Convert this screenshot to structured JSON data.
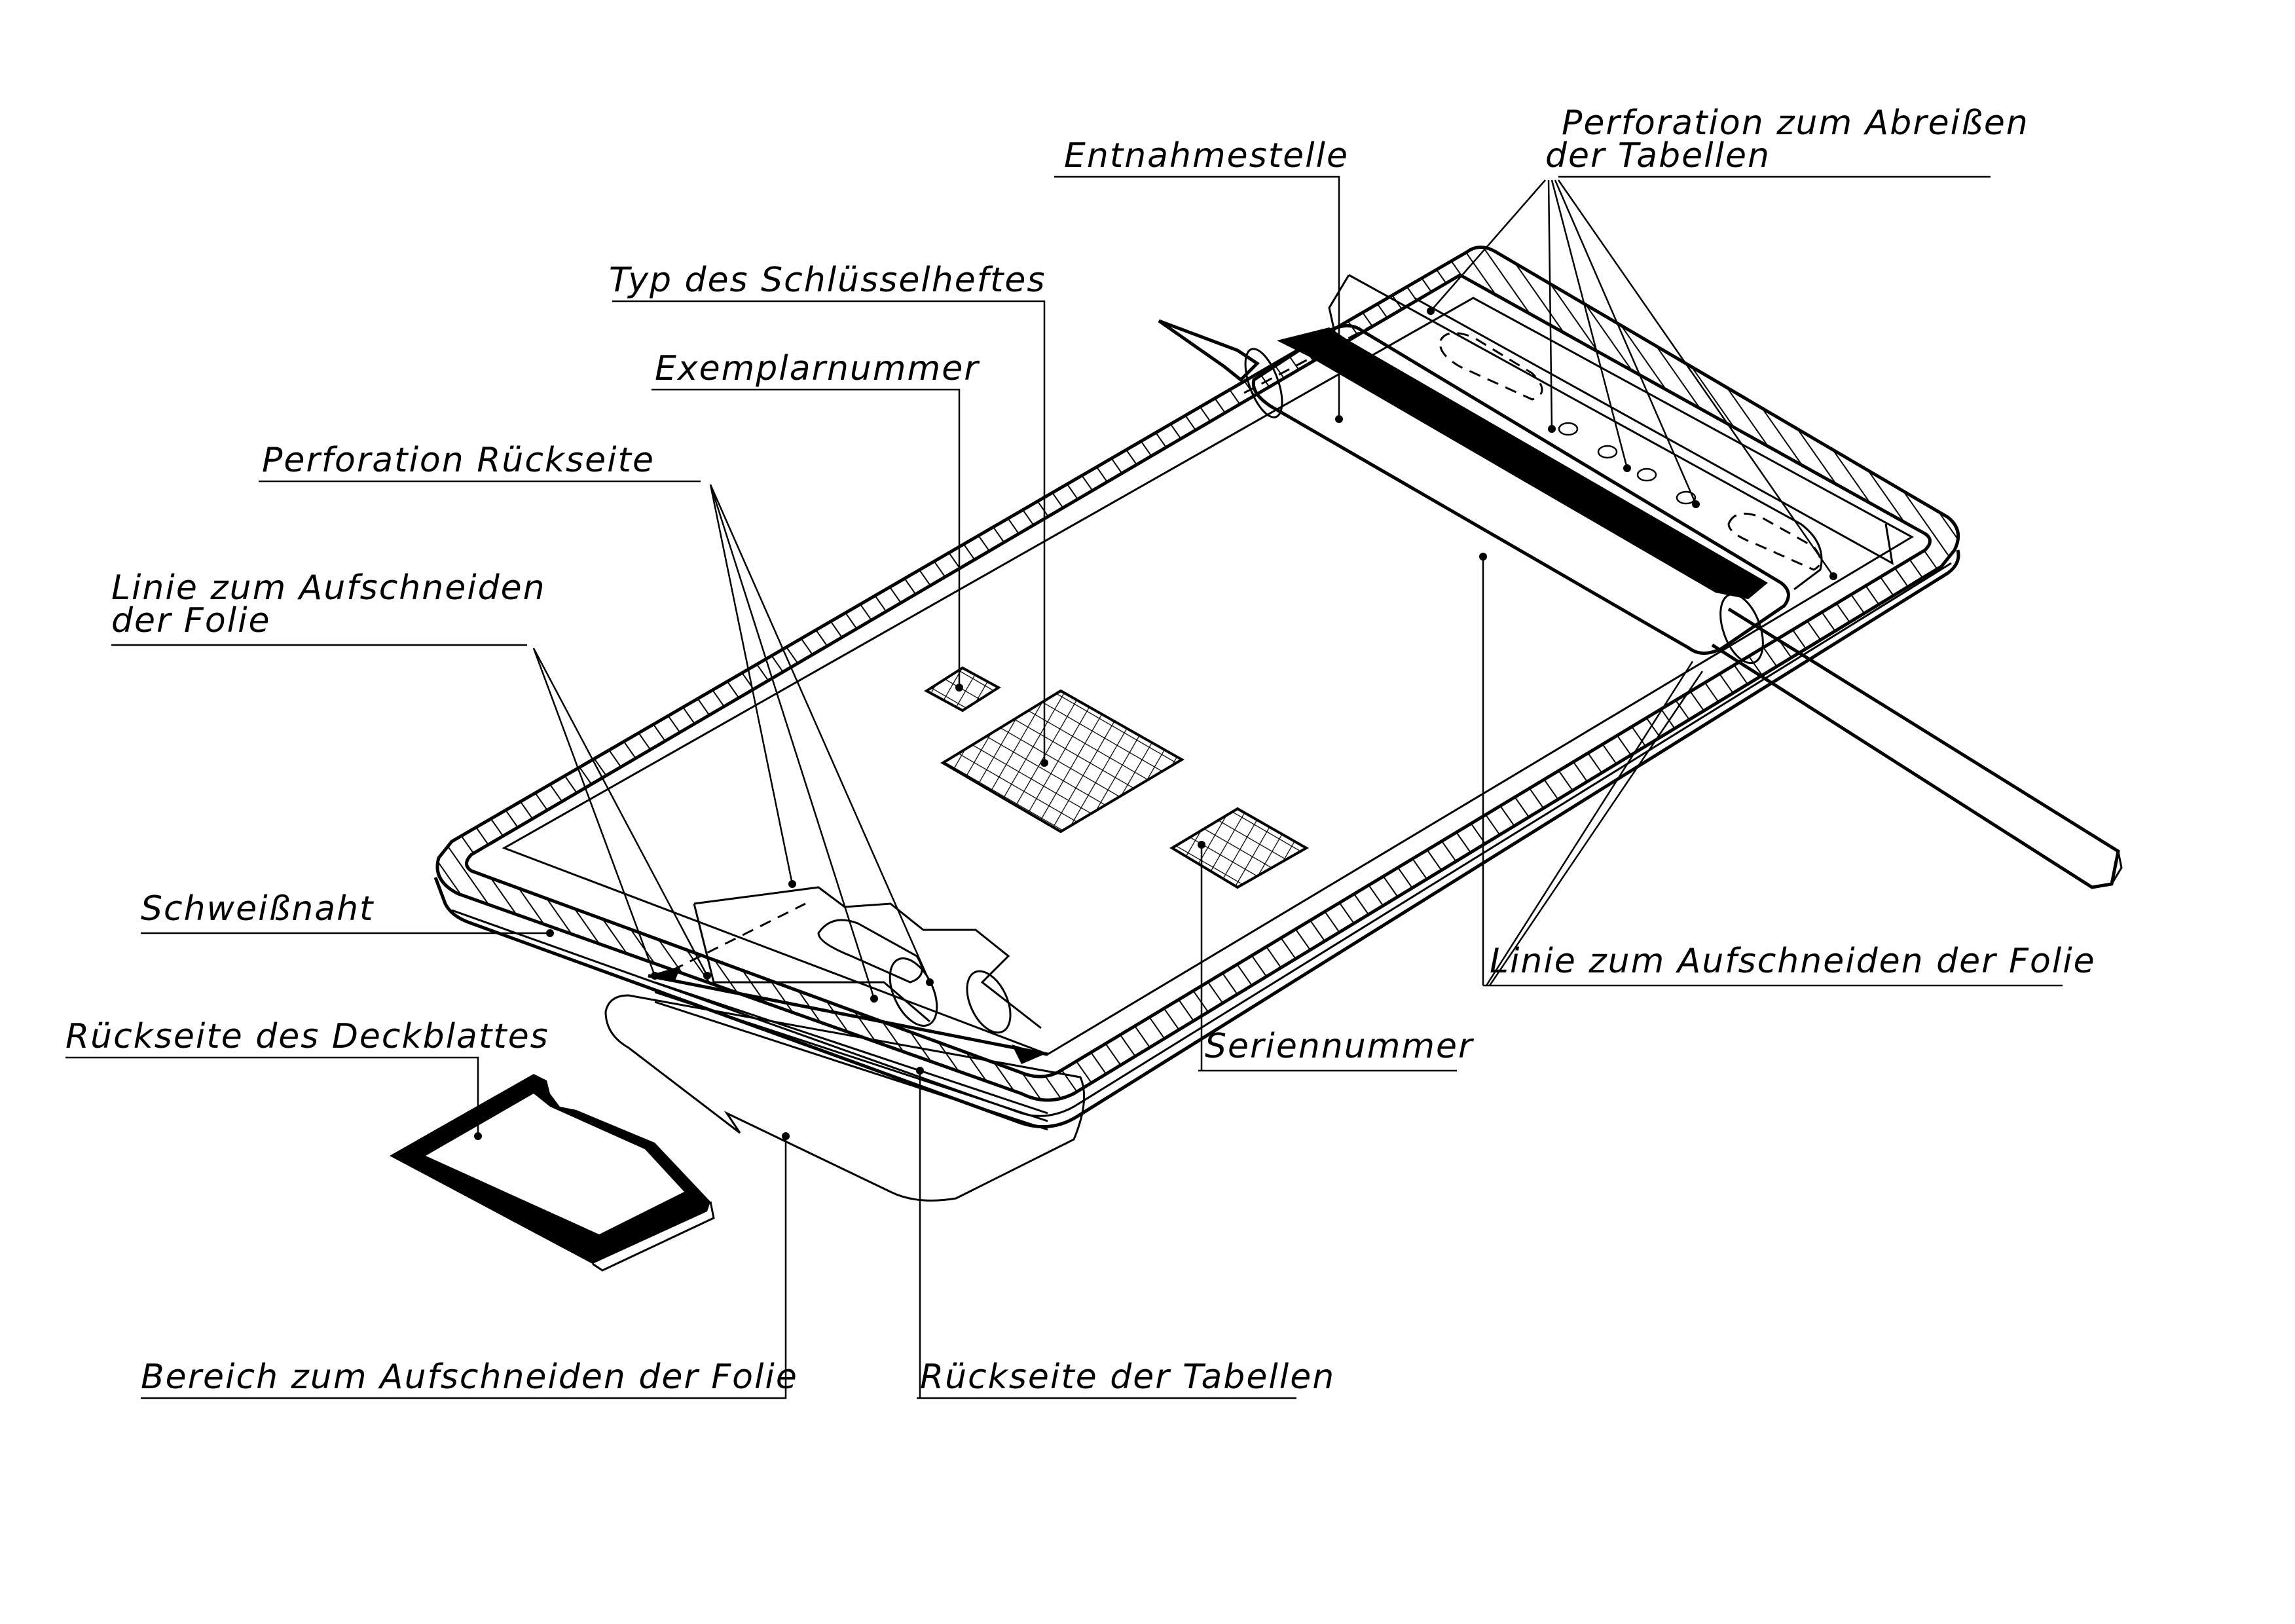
{
  "labels": {
    "perforation_tables_line1": "Perforation zum Abreißen",
    "perforation_tables_line2": "der Tabellen",
    "entnahmestelle": "Entnahmestelle",
    "typ": "Typ des Schlüsselheftes",
    "exemplarnummer": "Exemplarnummer",
    "perforation_rueckseite": "Perforation Rückseite",
    "linie_line1": "Linie zum Aufschneiden",
    "linie_line2": "der Folie",
    "schweissnaht": "Schweißnaht",
    "rueckseite_deckblatt": "Rückseite des Deckblattes",
    "bereich": "Bereich zum Aufschneiden der Folie",
    "rueckseite_tabellen": "Rückseite der Tabellen",
    "seriennummer": "Seriennummer",
    "linie_right": "Linie zum Aufschneiden der Folie"
  }
}
